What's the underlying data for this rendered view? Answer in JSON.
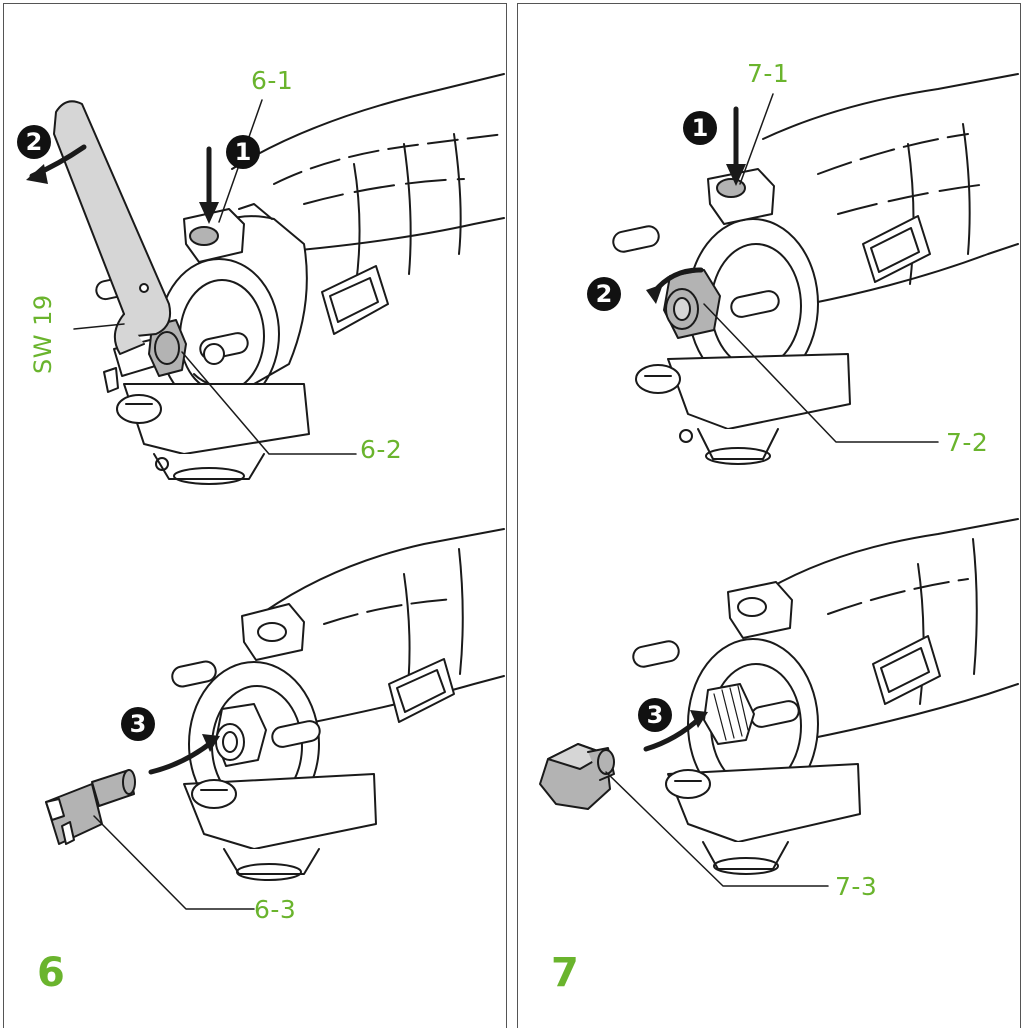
{
  "panels": [
    {
      "number": "6",
      "labels": {
        "l1": "6-1",
        "l2": "6-2",
        "l3": "6-3",
        "wrench": "SW 19"
      },
      "steps": [
        "1",
        "2",
        "3"
      ]
    },
    {
      "number": "7",
      "labels": {
        "l1": "7-1",
        "l2": "7-2",
        "l3": "7-3"
      },
      "steps": [
        "1",
        "2",
        "3"
      ]
    }
  ],
  "colors": {
    "accent": "#6ab42d",
    "line": "#1a1a1a",
    "part_fill": "#b3b3b3",
    "step_badge": "#111111"
  }
}
